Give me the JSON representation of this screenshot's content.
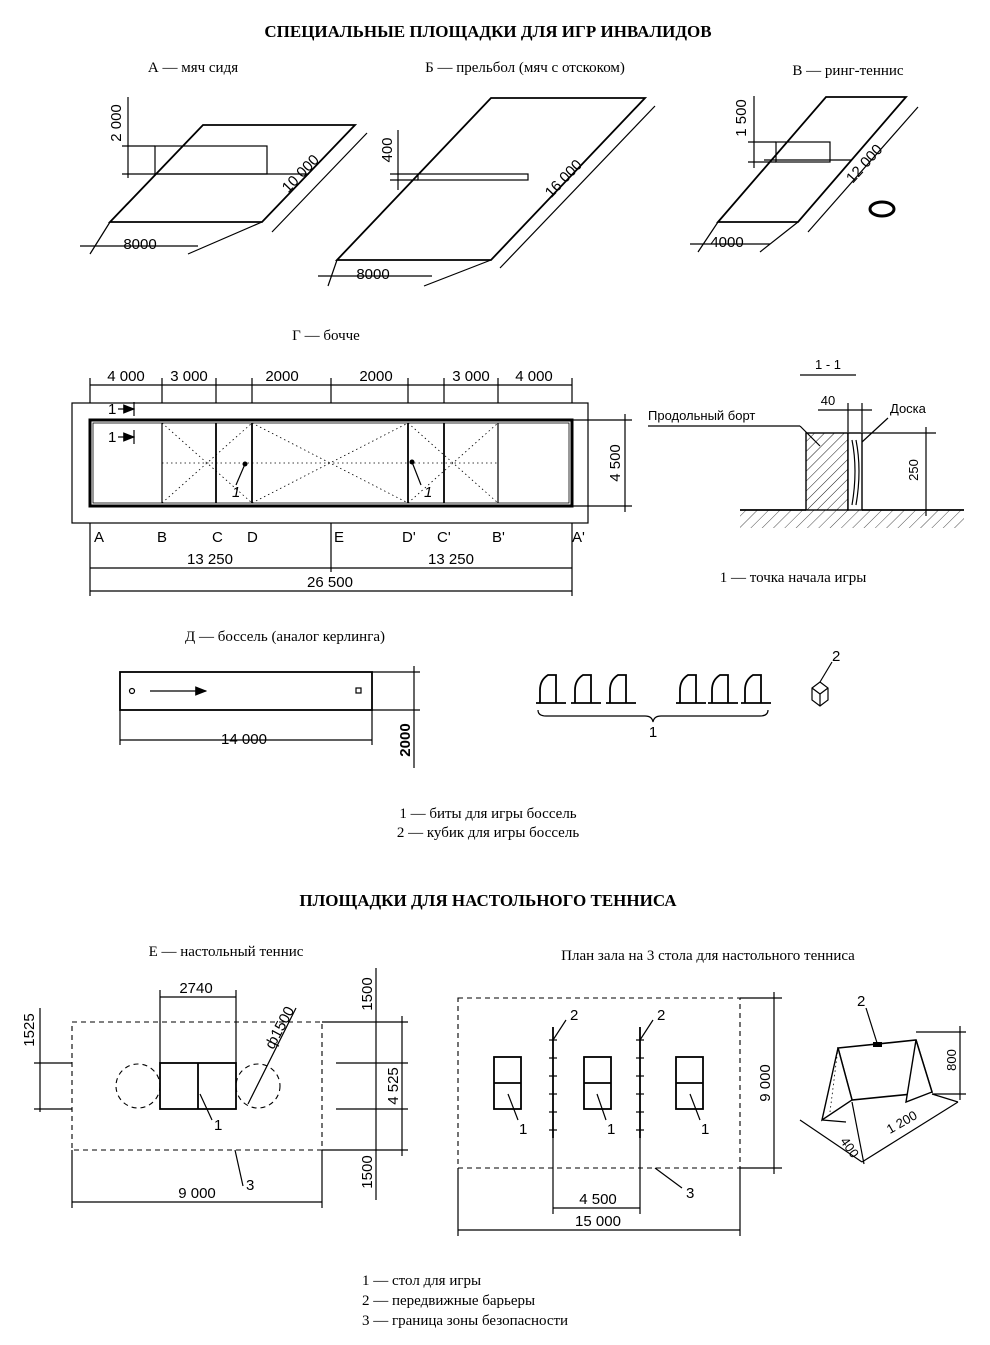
{
  "titles": {
    "disabled_games": "СПЕЦИАЛЬНЫЕ ПЛОЩАДКИ ДЛЯ ИГР ИНВАЛИДОВ",
    "table_tennis": "ПЛОЩАДКИ ДЛЯ НАСТОЛЬНОГО ТЕННИСА"
  },
  "court_a": {
    "caption": "А — мяч сидя",
    "width": "8000",
    "length": "10 000",
    "zone": "2 000"
  },
  "court_b": {
    "caption": "Б — прельбол (мяч с отскоком)",
    "width": "8000",
    "length": "16 000",
    "net": "400"
  },
  "court_c": {
    "caption": "В — ринг-теннис",
    "width": "4000",
    "length": "12 000",
    "zone": "1 500"
  },
  "bocce": {
    "caption": "Г — бочче",
    "top_dims": [
      "4 000",
      "3 000",
      "2000",
      "2000",
      "3 000",
      "4 000"
    ],
    "width": "4 500",
    "section_marks": [
      "1",
      "1"
    ],
    "points": [
      "A",
      "B",
      "C",
      "D",
      "E",
      "D'",
      "C'",
      "B'",
      "A'"
    ],
    "half_left": "13 250",
    "half_right": "13 250",
    "total": "26 500",
    "start_labels": [
      "1",
      "1"
    ]
  },
  "section_1_1": {
    "title": "1 - 1",
    "label_board": "Продольный борт",
    "label_plank": "Доска",
    "thickness": "40",
    "height": "250",
    "legend": "1 — точка начала игры"
  },
  "bossel": {
    "caption": "Д — боссель (аналог керлинга)",
    "length": "14 000",
    "width": "2000",
    "callout_bats": "1",
    "callout_cube": "2",
    "legend": [
      "1 — биты для игры боссель",
      "2 — кубик для игры боссель"
    ]
  },
  "tennis": {
    "caption": "Е — настольный теннис",
    "table_length": "2740",
    "diameter": "ф1500",
    "height_total": "4 525",
    "margin_top": "1500",
    "margin_bottom": "1500",
    "left_dim": "1525",
    "width_total": "9 000",
    "callout_table": "1",
    "callout_zone": "3"
  },
  "hall": {
    "caption": "План зала на 3 стола для настольного тенниса",
    "height": "9 000",
    "spacing": "4 500",
    "width": "15 000",
    "callout_tables": [
      "1",
      "1",
      "1"
    ],
    "callout_barriers": [
      "2",
      "2"
    ],
    "callout_zone": "3"
  },
  "barrier": {
    "callout": "2",
    "height": "800",
    "length": "1 200",
    "depth": "400"
  },
  "legend_tennis": [
    "1 — стол для игры",
    "2 — передвижные барьеры",
    "3 — граница зоны безопасности"
  ]
}
